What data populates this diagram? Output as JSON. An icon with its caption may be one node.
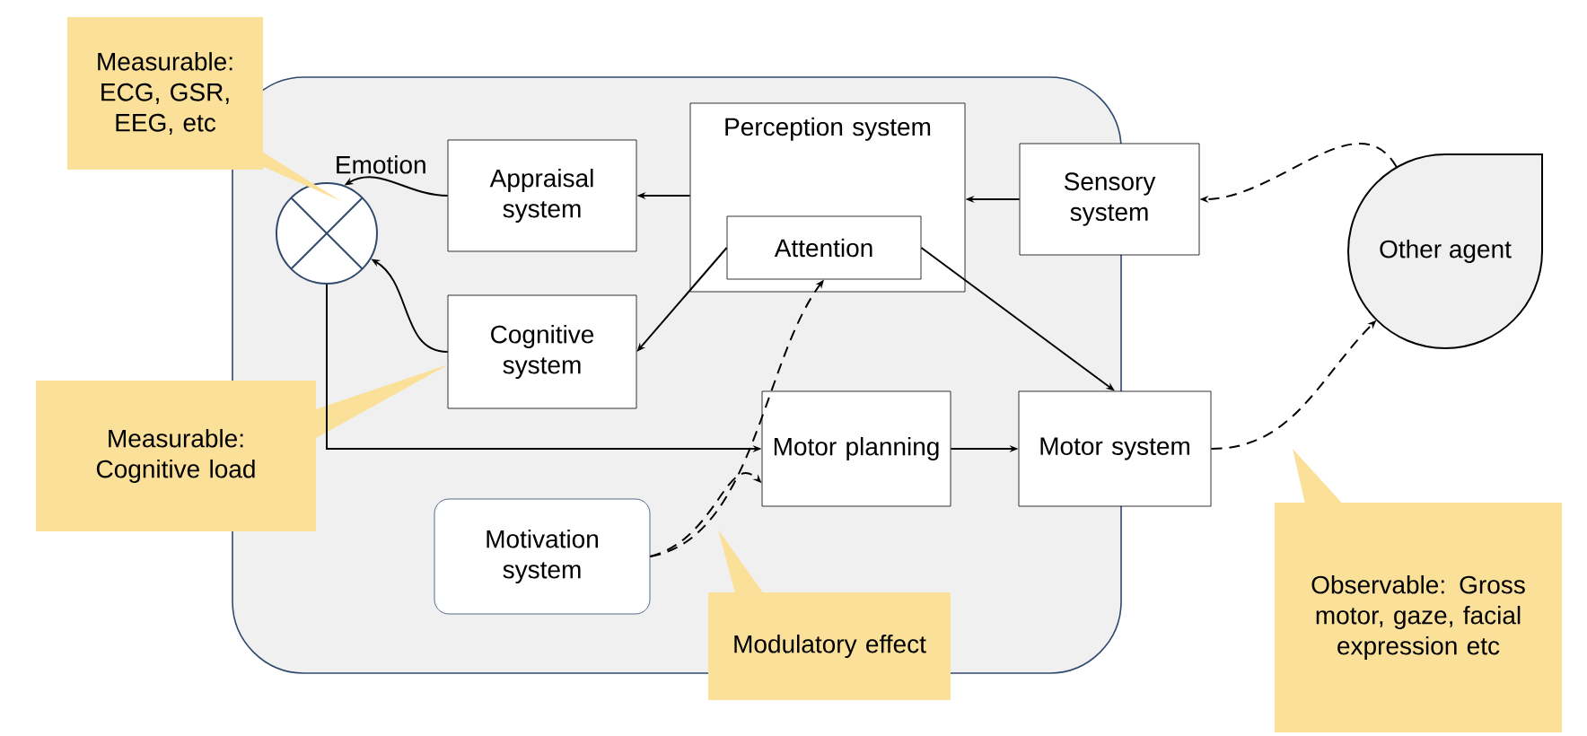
{
  "diagram": {
    "nodes": [
      {
        "text": [],
        "shape": "box"
      },
      {
        "text": [
          "Emotion"
        ],
        "in": 0
      },
      {
        "text": [
          "Appraisal system"
        ],
        "in": 0
      },
      {
        "text": [
          "Perception system"
        ],
        "in": 0
      },
      {
        "text": [
          "Attention"
        ],
        "in": 3
      },
      {
        "text": [
          "Sensory system"
        ]
      },
      {
        "text": [
          "Cognitive system"
        ],
        "in": 0
      },
      {
        "text": [
          "Motor planning"
        ],
        "in": 0
      },
      {
        "text": [
          "Motor system"
        ]
      },
      {
        "text": [
          "Motivation system"
        ],
        "in": 0
      },
      {
        "text": [
          "Other agent"
        ]
      },
      {
        "text": [
          "Measurable: ECG, GSR, EEG, etc"
        ]
      },
      {
        "text": [
          "Measurable: Cognitive load"
        ]
      },
      {
        "text": [
          "Modulatory effect"
        ]
      },
      {
        "text": [
          "Observable: Gross motor, gaze, facial expression etc"
        ]
      }
    ],
    "edges": [
      {
        "from": 2,
        "to": 1,
        "arrow": "to"
      },
      {
        "from": 6,
        "to": 1,
        "arrow": "to"
      },
      {
        "from": 3,
        "to": 2,
        "arrow": "to"
      },
      {
        "from": 5,
        "to": 3,
        "arrow": "to"
      },
      {
        "from": 4,
        "to": 6,
        "arrow": "to"
      },
      {
        "from": 4,
        "to": 8,
        "arrow": "to"
      },
      {
        "from": 1,
        "to": 7,
        "arrow": "to"
      },
      {
        "from": 7,
        "to": 8,
        "arrow": "to"
      },
      {
        "from": 10,
        "to": 5,
        "arrow": "to",
        "style": "dashed"
      },
      {
        "from": 8,
        "to": 10,
        "arrow": "to",
        "style": "dashed"
      },
      {
        "from": 9,
        "to": 4,
        "arrow": "to",
        "style": "dashed"
      },
      {
        "from": 9,
        "to": 7,
        "arrow": "to",
        "style": "dashed"
      }
    ]
  }
}
